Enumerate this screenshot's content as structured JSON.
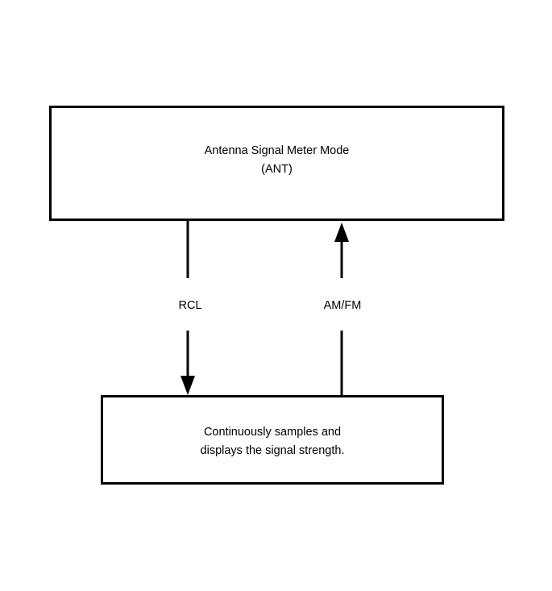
{
  "top_box": {
    "line1": "Antenna Signal Meter Mode",
    "line2": "(ANT)"
  },
  "bottom_box": {
    "line1": "Continuously samples and",
    "line2": "displays the signal strength."
  },
  "arrows": {
    "down_label": "RCL",
    "up_label": "AM/FM"
  },
  "colors": {
    "stroke": "#000000",
    "background": "#ffffff"
  }
}
